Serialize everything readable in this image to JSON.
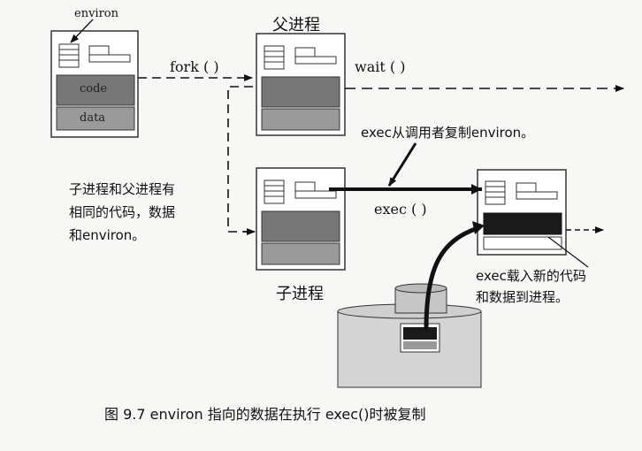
{
  "labels": {
    "environ": "environ",
    "code": "code",
    "data": "data",
    "parent_process": "父进程",
    "child_process": "子进程",
    "fork": "fork ( )",
    "wait": "wait ( )",
    "exec": "exec ( )",
    "exec_copies_environ": "exec从调用者复制environ。",
    "child_same_line1": "子进程和父进程有",
    "child_same_line2": "相同的代码，数据",
    "child_same_line3": "和environ。",
    "exec_loads_line1": "exec载入新的代码",
    "exec_loads_line2": "和数据到进程。"
  },
  "caption": "图 9.7    environ 指向的数据在执行 exec()时被复制",
  "colors": {
    "background": "#f7f7f5",
    "box_outline": "#333333",
    "code_fill": "#777777",
    "data_fill": "#9a9a9a",
    "new_code_fill": "#1a1a1a"
  }
}
